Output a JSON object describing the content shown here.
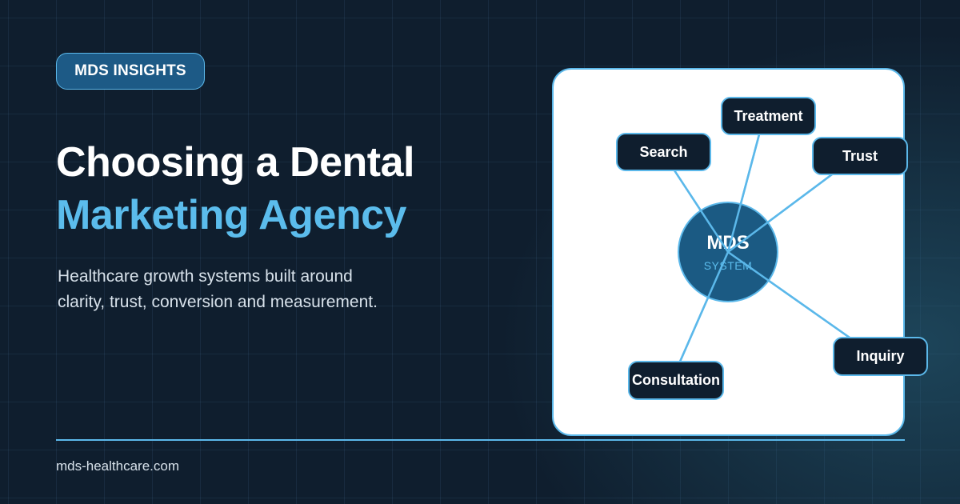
{
  "badge": {
    "label": "MDS INSIGHTS"
  },
  "heading": {
    "line1": "Choosing a Dental",
    "line2": "Marketing Agency"
  },
  "subtitle": {
    "line1": "Healthcare growth systems built around",
    "line2": "clarity, trust, conversion and measurement."
  },
  "footer": {
    "url": "mds-healthcare.com"
  },
  "diagram": {
    "hub": {
      "title": "MDS",
      "subtitle": "SYSTEM"
    },
    "nodes": [
      {
        "id": "treatment",
        "label": "Treatment"
      },
      {
        "id": "search",
        "label": "Search"
      },
      {
        "id": "trust",
        "label": "Trust"
      },
      {
        "id": "inquiry",
        "label": "Inquiry"
      },
      {
        "id": "consultation",
        "label": "Consultation"
      }
    ],
    "edges": [
      {
        "from": "hub",
        "to": "treatment"
      },
      {
        "from": "hub",
        "to": "search"
      },
      {
        "from": "hub",
        "to": "trust"
      },
      {
        "from": "hub",
        "to": "inquiry"
      },
      {
        "from": "hub",
        "to": "consultation"
      }
    ]
  },
  "colors": {
    "background": "#0f1e2e",
    "accent": "#5bb8ea",
    "heading_accent": "#5bbcec",
    "badge_fill": "#1d5a86",
    "hub_fill": "#1b5a83",
    "node_fill": "#0f1e2e",
    "panel": "#ffffff"
  }
}
